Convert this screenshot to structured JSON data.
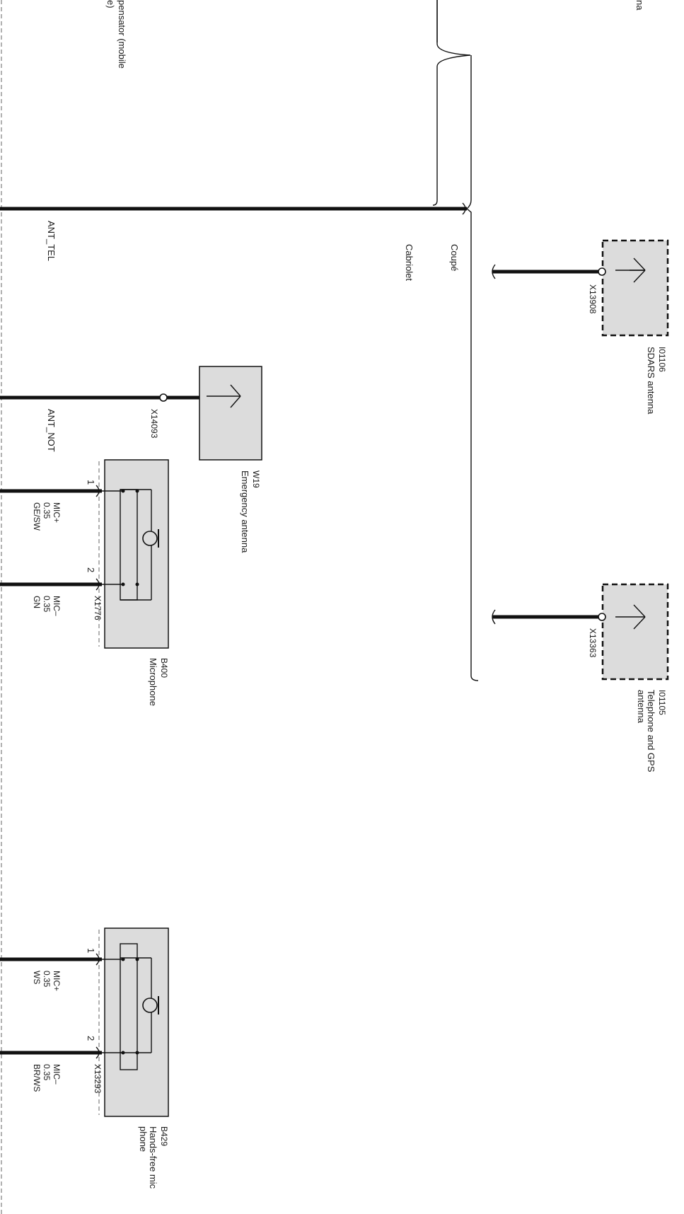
{
  "labels": {
    "top_left_partial_1": "pensator (mobile",
    "top_left_partial_2": "e)",
    "top_right_partial": "na",
    "ant_tel": "ANT_TEL",
    "cabriolet": "Cabriolet",
    "coupe": "Coupé",
    "ant_not": "ANT_NOT"
  },
  "connectors": {
    "x13908": "X13908",
    "x13363": "X13363",
    "x14093": "X14093",
    "x1776": "X1776",
    "x13293": "X13293"
  },
  "components": {
    "sdars": {
      "id": "I01106",
      "name": "SDARS antenna"
    },
    "telephone_gps": {
      "id": "I01105",
      "name_line1": "Telephone and GPS",
      "name_line2": "antenna"
    },
    "emergency": {
      "id": "W19",
      "name": "Emergency antenna"
    },
    "microphone": {
      "id": "B400",
      "name": "Microphone"
    },
    "handsfree": {
      "id": "B429",
      "name_line1": "Hands-free mic",
      "name_line2": "phone"
    }
  },
  "pins": {
    "mic_b400_pin1": "1",
    "mic_b400_pin2": "2",
    "mic_b429_pin1": "1",
    "mic_b429_pin2": "2"
  },
  "wires": {
    "b400_plus": {
      "signal": "MIC+",
      "size": "0.35",
      "color": "GE/SW"
    },
    "b400_minus": {
      "signal": "MIC–",
      "size": "0.35",
      "color": "GN"
    },
    "b429_plus": {
      "signal": "MIC+",
      "size": "0.35",
      "color": "WS"
    },
    "b429_minus": {
      "signal": "MIC–",
      "size": "0.35",
      "color": "BR/WS"
    }
  }
}
